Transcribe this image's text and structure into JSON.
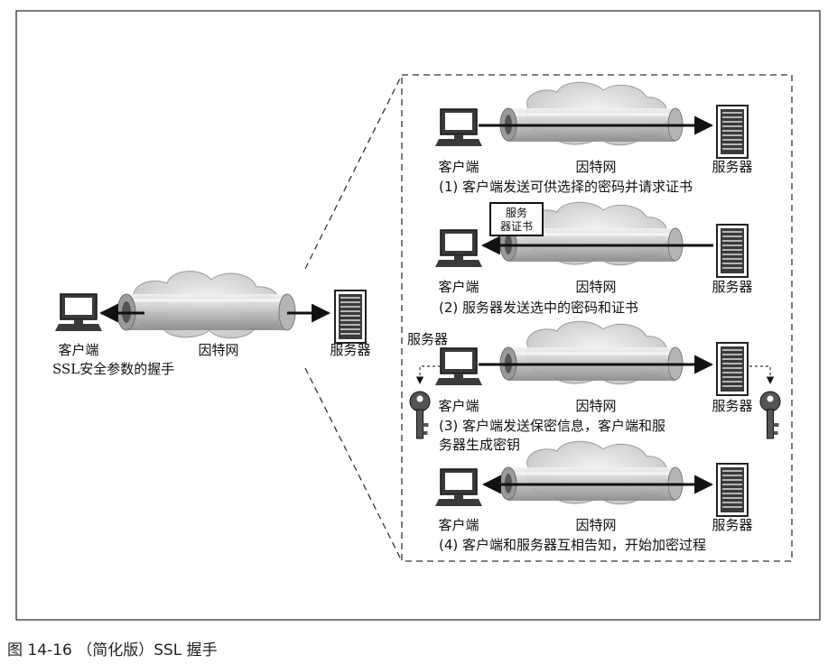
{
  "left": {
    "client": "客户端",
    "internet": "因特网",
    "server": "服务器",
    "caption": "SSL安全参数的握手"
  },
  "steps": [
    {
      "client": "客户端",
      "internet": "因特网",
      "server": "服务器",
      "caption": "(1) 客户端发送可供选择的密码并请求证书"
    },
    {
      "client": "客户端",
      "internet": "因特网",
      "server": "服务器",
      "cert_line1": "服务",
      "cert_line2": "器证书",
      "caption": "(2) 服务器发送选中的密码和证书"
    },
    {
      "top_label": "服务器",
      "client": "客户端",
      "internet": "因特网",
      "server": "服务器",
      "caption_line1": "(3) 客户端发送保密信息，客户端和服",
      "caption_line2": "务器生成密钥"
    },
    {
      "client": "客户端",
      "internet": "因特网",
      "server": "服务器",
      "caption": "(4) 客户端和服务器互相告知，开始加密过程"
    }
  ],
  "figure_caption": "图 14-16 （简化版）SSL 握手",
  "icons": [
    "computer-icon",
    "server-icon",
    "cloud-icon",
    "pipe-icon",
    "key-icon",
    "certificate-icon"
  ]
}
